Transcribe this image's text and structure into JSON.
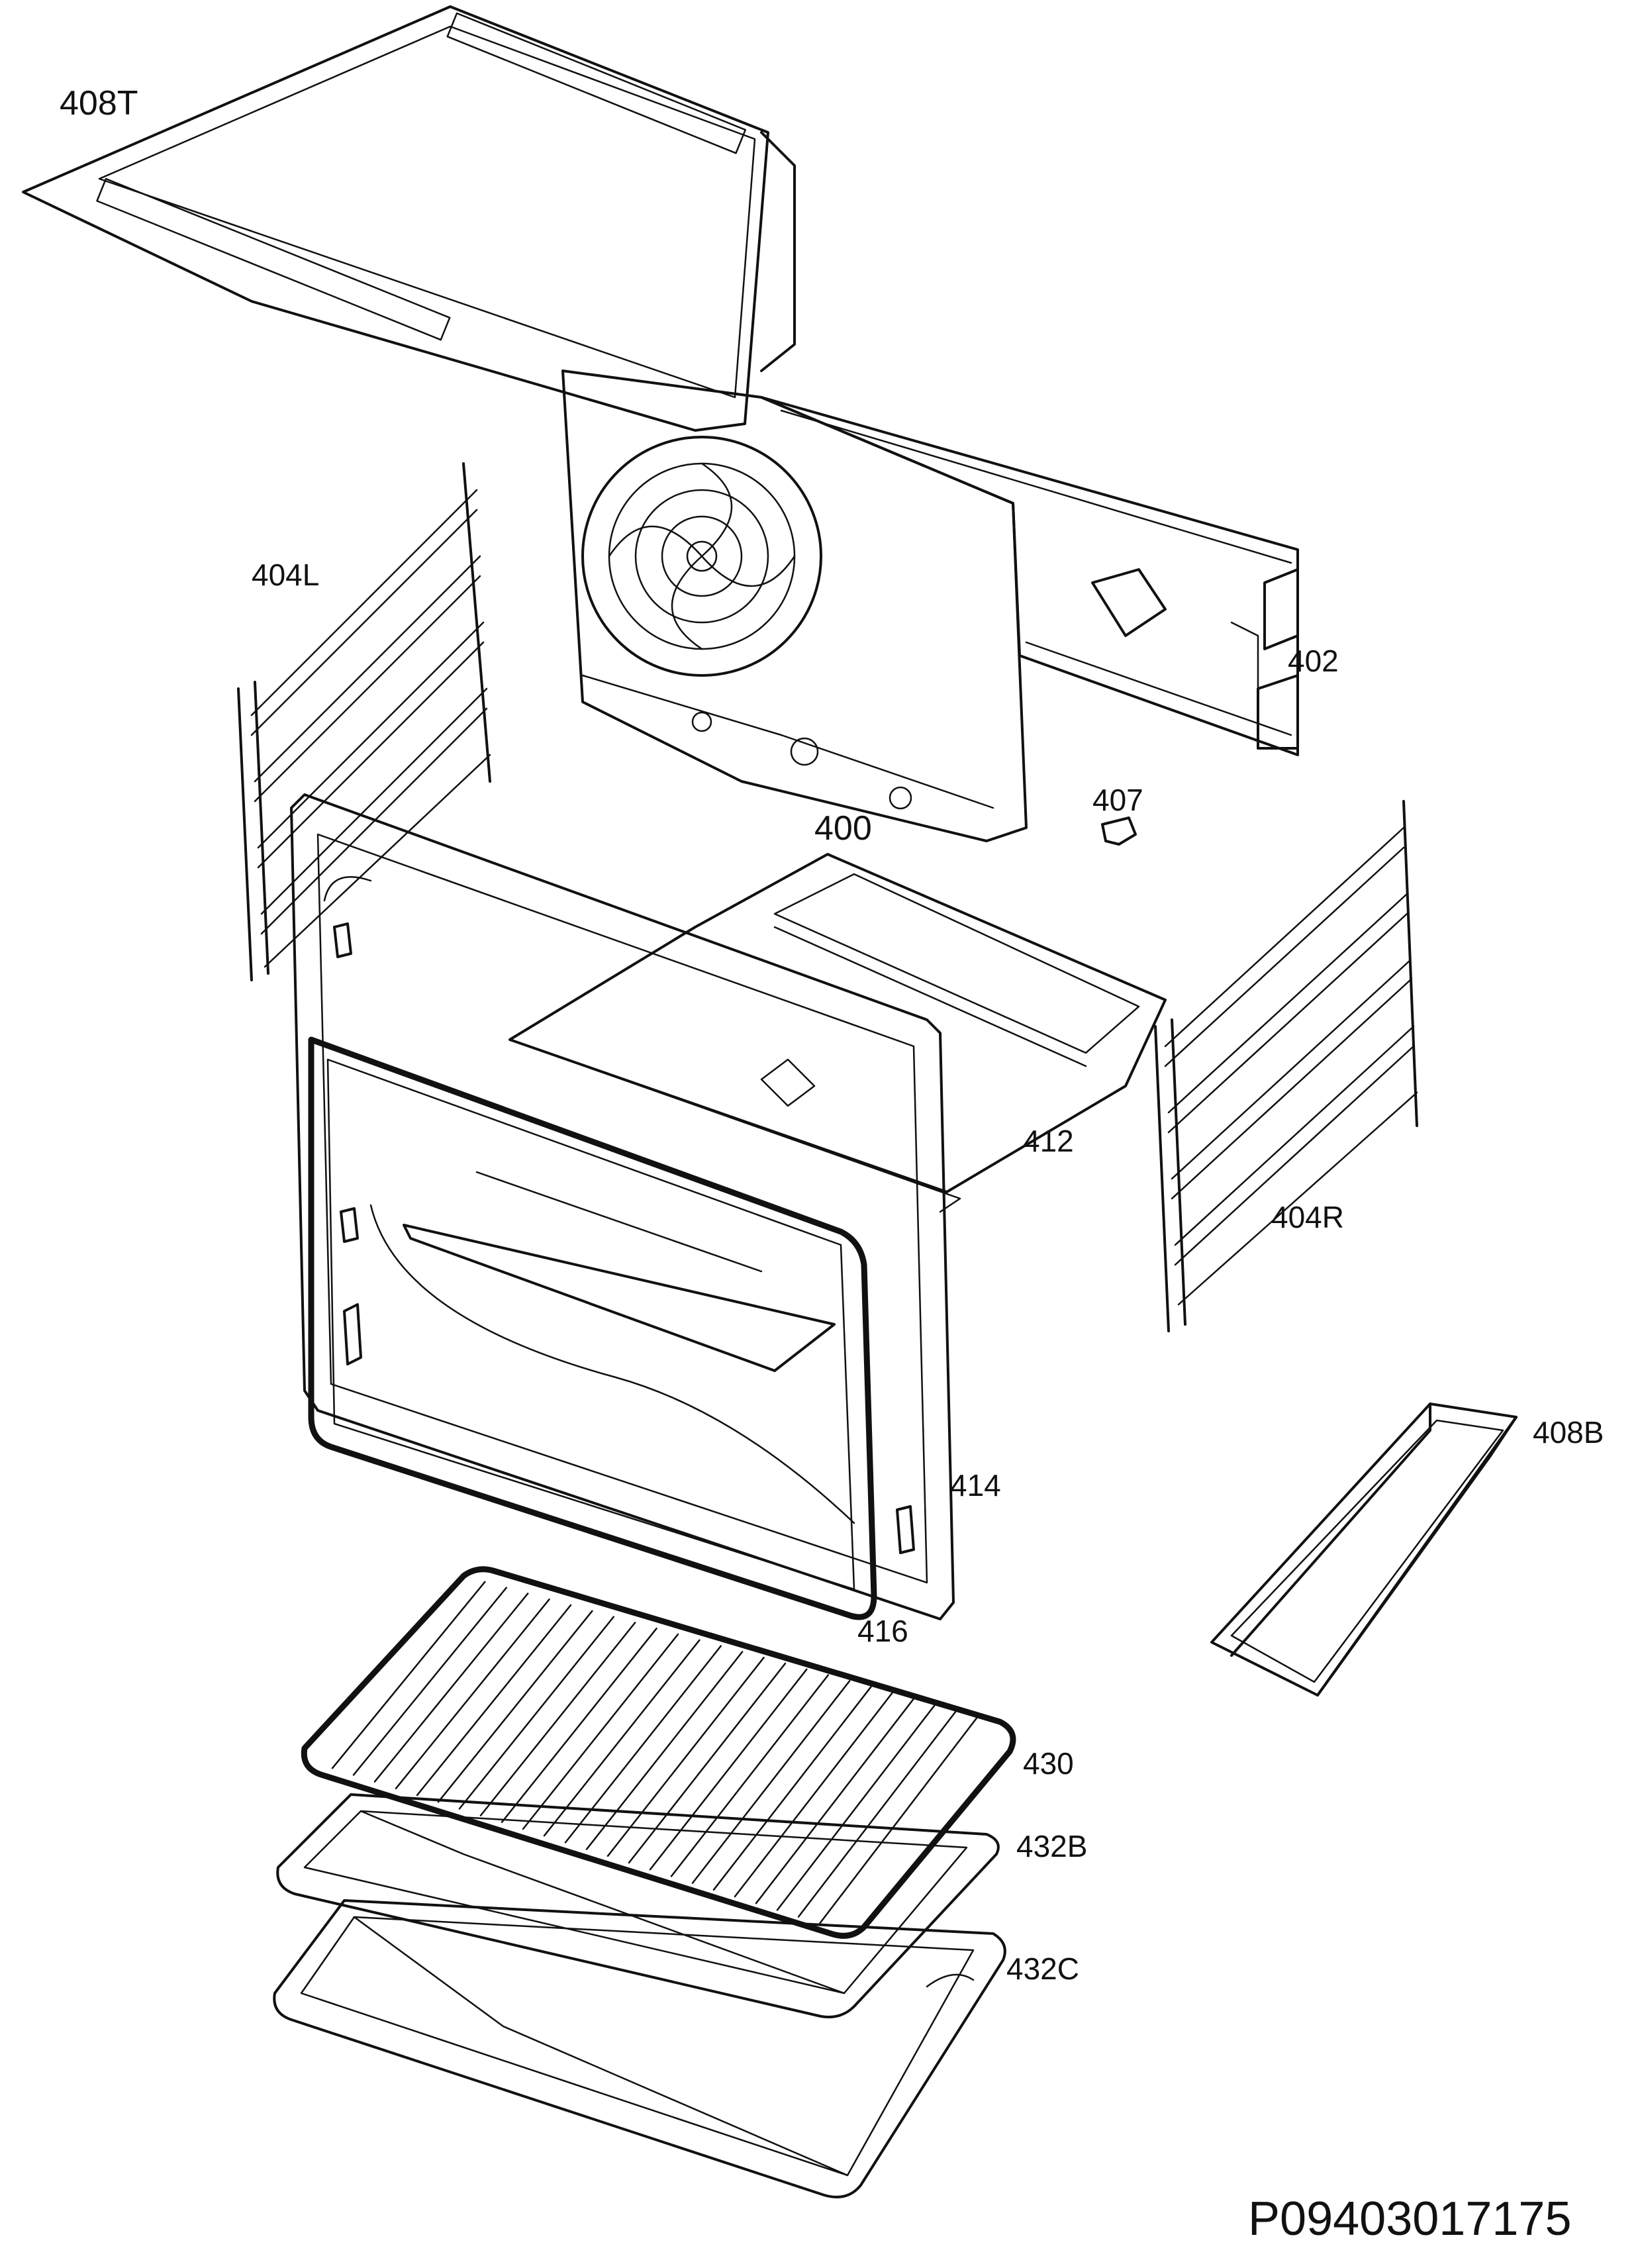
{
  "diagram": {
    "document_code": "P09403017175",
    "labels": {
      "p408T": "408T",
      "p404L": "404L",
      "p402": "402",
      "p407": "407",
      "p400": "400",
      "p412": "412",
      "p404R": "404R",
      "p408B": "408B",
      "p414": "414",
      "p416": "416",
      "p430": "430",
      "p432B": "432B",
      "p432C": "432C"
    }
  }
}
